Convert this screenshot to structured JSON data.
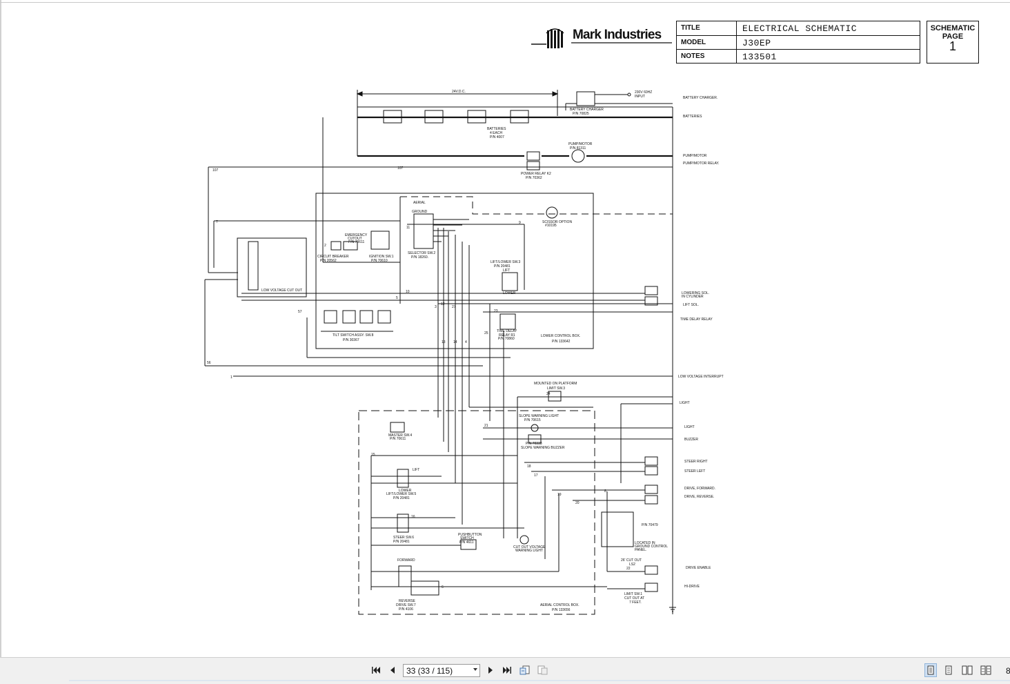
{
  "brand": {
    "name": "Mark Industries",
    "mark": "MI"
  },
  "title_block": {
    "title_label": "TITLE",
    "title_value": "ELECTRICAL SCHEMATIC",
    "model_label": "MODEL",
    "model_value": "J30EP",
    "notes_label": "NOTES",
    "notes_value": "133501"
  },
  "page_block": {
    "label1": "SCHEMATIC",
    "label2": "PAGE",
    "number": "1"
  },
  "labels": {
    "v24": "24V.D.C.",
    "input": "230V 60HZ",
    "input2": "INPUT",
    "charger": "BATTERY CHARGER",
    "charger_pn": "P/N 70825",
    "batteries": "BATTERIES",
    "batteries_q": "4 EACH",
    "batteries_pn": "P/N 4007",
    "pump": "PUMP/MOTOR",
    "pump_pn": "P/N 81311",
    "power_relay": "POWER RELAY K2",
    "power_relay_pn": "P/N 70362",
    "circuit_breaker": "CIRCUIT BREAKER",
    "circuit_breaker_pn": "P/N 20562",
    "emergency": "EMERGENCY",
    "emergency2": "CUTOUT",
    "emergency_pn": "P/N 70611",
    "ignition": "IGNITION SW.1",
    "ignition_pn": "P/N 70610",
    "aerial": "AERIAL",
    "ground": "GROUND",
    "selector": "SELECTOR SW.2",
    "selector_pn": "P/N 18260.",
    "scissor": "SCISSOR OPTION",
    "scissor_pn": "#10195",
    "liftlower": "LIFT/LOWER SW.3",
    "liftlower_pn": "P/N 20481",
    "lift": "LIFT",
    "lower": "LOWER",
    "tilt": "TILT SWITCH ASSY. SW.8",
    "tilt_pn": "P/N 30367",
    "time_delay": "TIME DELAY",
    "time_delay2": "RELAY R1",
    "time_delay_pn": "P/N 70860",
    "lower_box": "LOWER CONTROL BOX.",
    "lower_box_pn": "P/N 133642",
    "low_voltage": "LOW VOLTAGE CUT OUT",
    "mounted": "MOUNTED ON PLATFORM",
    "limit3": "LIMIT SW.3",
    "slope_light": "SLOPE WARNING LIGHT",
    "slope_light_pn": "P/N 70615",
    "slope_buzzer": "SLOPE WARNING BUZZER",
    "slope_buzzer_pn": "P/N 70333",
    "master": "MASTER SW.4",
    "master_pn": "P/N 70611",
    "liftlower5": "LIFT/LOWER SW.5",
    "liftlower5_pn": "P/N 20481",
    "steer6": "STEER SW.6",
    "steer6_pn": "P/N 20481",
    "pushbutton": "PUSHBUTTON",
    "pushbutton2": "SWITCH",
    "pushbutton_pn": "P/N 4611",
    "cutout_light": "CUT OUT VOLTAGE",
    "cutout_light2": "WARNING LIGHT",
    "forward": "FORWARD",
    "reverse": "REVERSE",
    "drive7": "DRIVE SW.7",
    "drive7_pn": "P/N 4106",
    "aerial_box": "AERIAL CONTROL BOX.",
    "aerial_box_pn": "P/N 133656",
    "located": "LOCATED IN",
    "located2": "GROUND CONTROL",
    "located3": "PANEL.",
    "pn70479": "P/N 70479",
    "cut26": "26' CUT OUT",
    "ls2": "LS2",
    "limit1": "LIMIT SW.1",
    "limit1b": "CUT OUT AT",
    "limit1c": "7 FEET."
  },
  "right_labels": [
    "BATTERY CHARGER.",
    "BATTERIES",
    "PUMP/MOTOR",
    "PUMP/MOTOR RELAY.",
    "LOWERING SOL.",
    "IN CYLINDER",
    "LIFT SOL.",
    "TIME DELAY RELAY",
    "LOW VOLTAGE INTERRUPT",
    "LIGHT",
    "LIGHT",
    "BUZZER",
    "STEER RIGHT",
    "STEER LEFT",
    "DRIVE, FORWARD.",
    "DRIVE, REVERSE.",
    "DRIVE ENABLE",
    "HI-DRIVE"
  ],
  "wire_numbers": [
    "107",
    "107",
    "7",
    "57",
    "56",
    "1",
    "5",
    "10",
    "11",
    "3",
    "12",
    "27",
    "13",
    "14",
    "4",
    "2",
    "25",
    "23",
    "24",
    "21",
    "15",
    "16",
    "17",
    "18",
    "19",
    "20",
    "6",
    "8",
    "9",
    "22"
  ],
  "toolbar": {
    "page_value": "33 (33 / 115)",
    "zoom_partial": "8"
  }
}
